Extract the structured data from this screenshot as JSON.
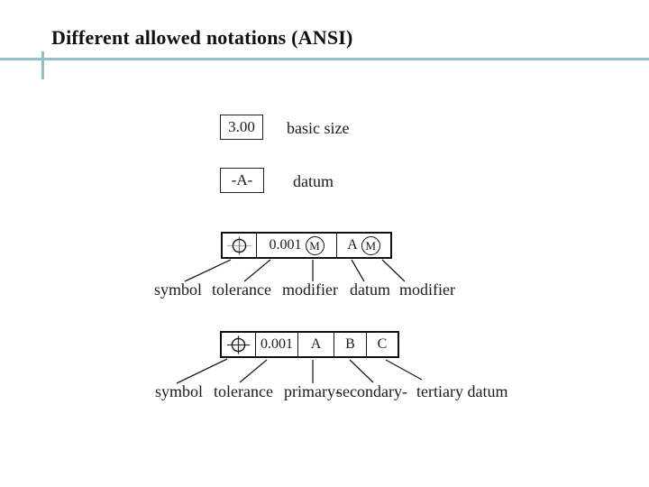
{
  "slide": {
    "title": "Different allowed notations (ANSI)",
    "accent_color": "#93c0c6",
    "text_color": "#1a1a1a"
  },
  "basic_size": {
    "value": "3.00",
    "label": "basic size"
  },
  "datum_example": {
    "value": "-A-",
    "label": "datum"
  },
  "frame1": {
    "symbol_icon": "position-indicator",
    "tolerance": "0.001",
    "tolerance_modifier": "M",
    "datum": "A",
    "datum_modifier": "M",
    "labels": [
      "symbol",
      "tolerance",
      "modifier",
      "datum",
      "modifier"
    ]
  },
  "frame2": {
    "symbol_icon": "position-indicator",
    "tolerance": "0.001",
    "datums": [
      "A",
      "B",
      "C"
    ],
    "labels": [
      "symbol",
      "tolerance",
      "primary-",
      "secondary-",
      "tertiary datum"
    ]
  }
}
